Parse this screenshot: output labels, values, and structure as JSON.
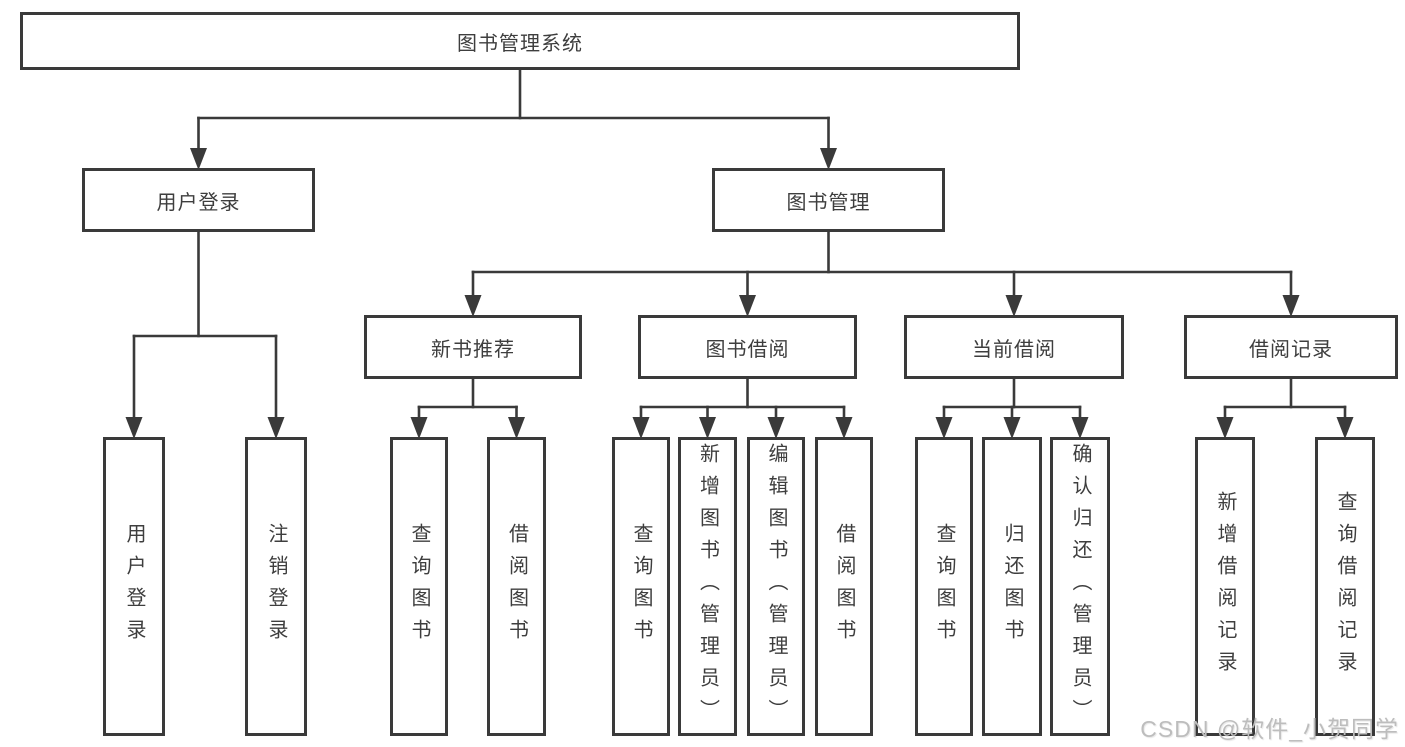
{
  "tree": {
    "root": {
      "label": "图书管理系统",
      "children": [
        {
          "label": "用户登录",
          "children": [
            {
              "label": "用户登录"
            },
            {
              "label": "注销登录"
            }
          ]
        },
        {
          "label": "图书管理",
          "children": [
            {
              "label": "新书推荐",
              "children": [
                {
                  "label": "查询图书"
                },
                {
                  "label": "借阅图书"
                }
              ]
            },
            {
              "label": "图书借阅",
              "children": [
                {
                  "label": "查询图书"
                },
                {
                  "label": "新增图书（管理员）"
                },
                {
                  "label": "编辑图书（管理员）"
                },
                {
                  "label": "借阅图书"
                }
              ]
            },
            {
              "label": "当前借阅",
              "children": [
                {
                  "label": "查询图书"
                },
                {
                  "label": "归还图书"
                },
                {
                  "label": "确认归还（管理员）"
                }
              ]
            },
            {
              "label": "借阅记录",
              "children": [
                {
                  "label": "新增借阅记录"
                },
                {
                  "label": "查询借阅记录"
                }
              ]
            }
          ]
        }
      ]
    }
  },
  "watermark": {
    "text": "CSDN @软件_小贺同学"
  },
  "colors": {
    "line": "#3a3a3a",
    "text": "#3e3e3e",
    "fill": "#ffffff",
    "watermark": "#bdbdbd",
    "bg": "#ffffff"
  }
}
